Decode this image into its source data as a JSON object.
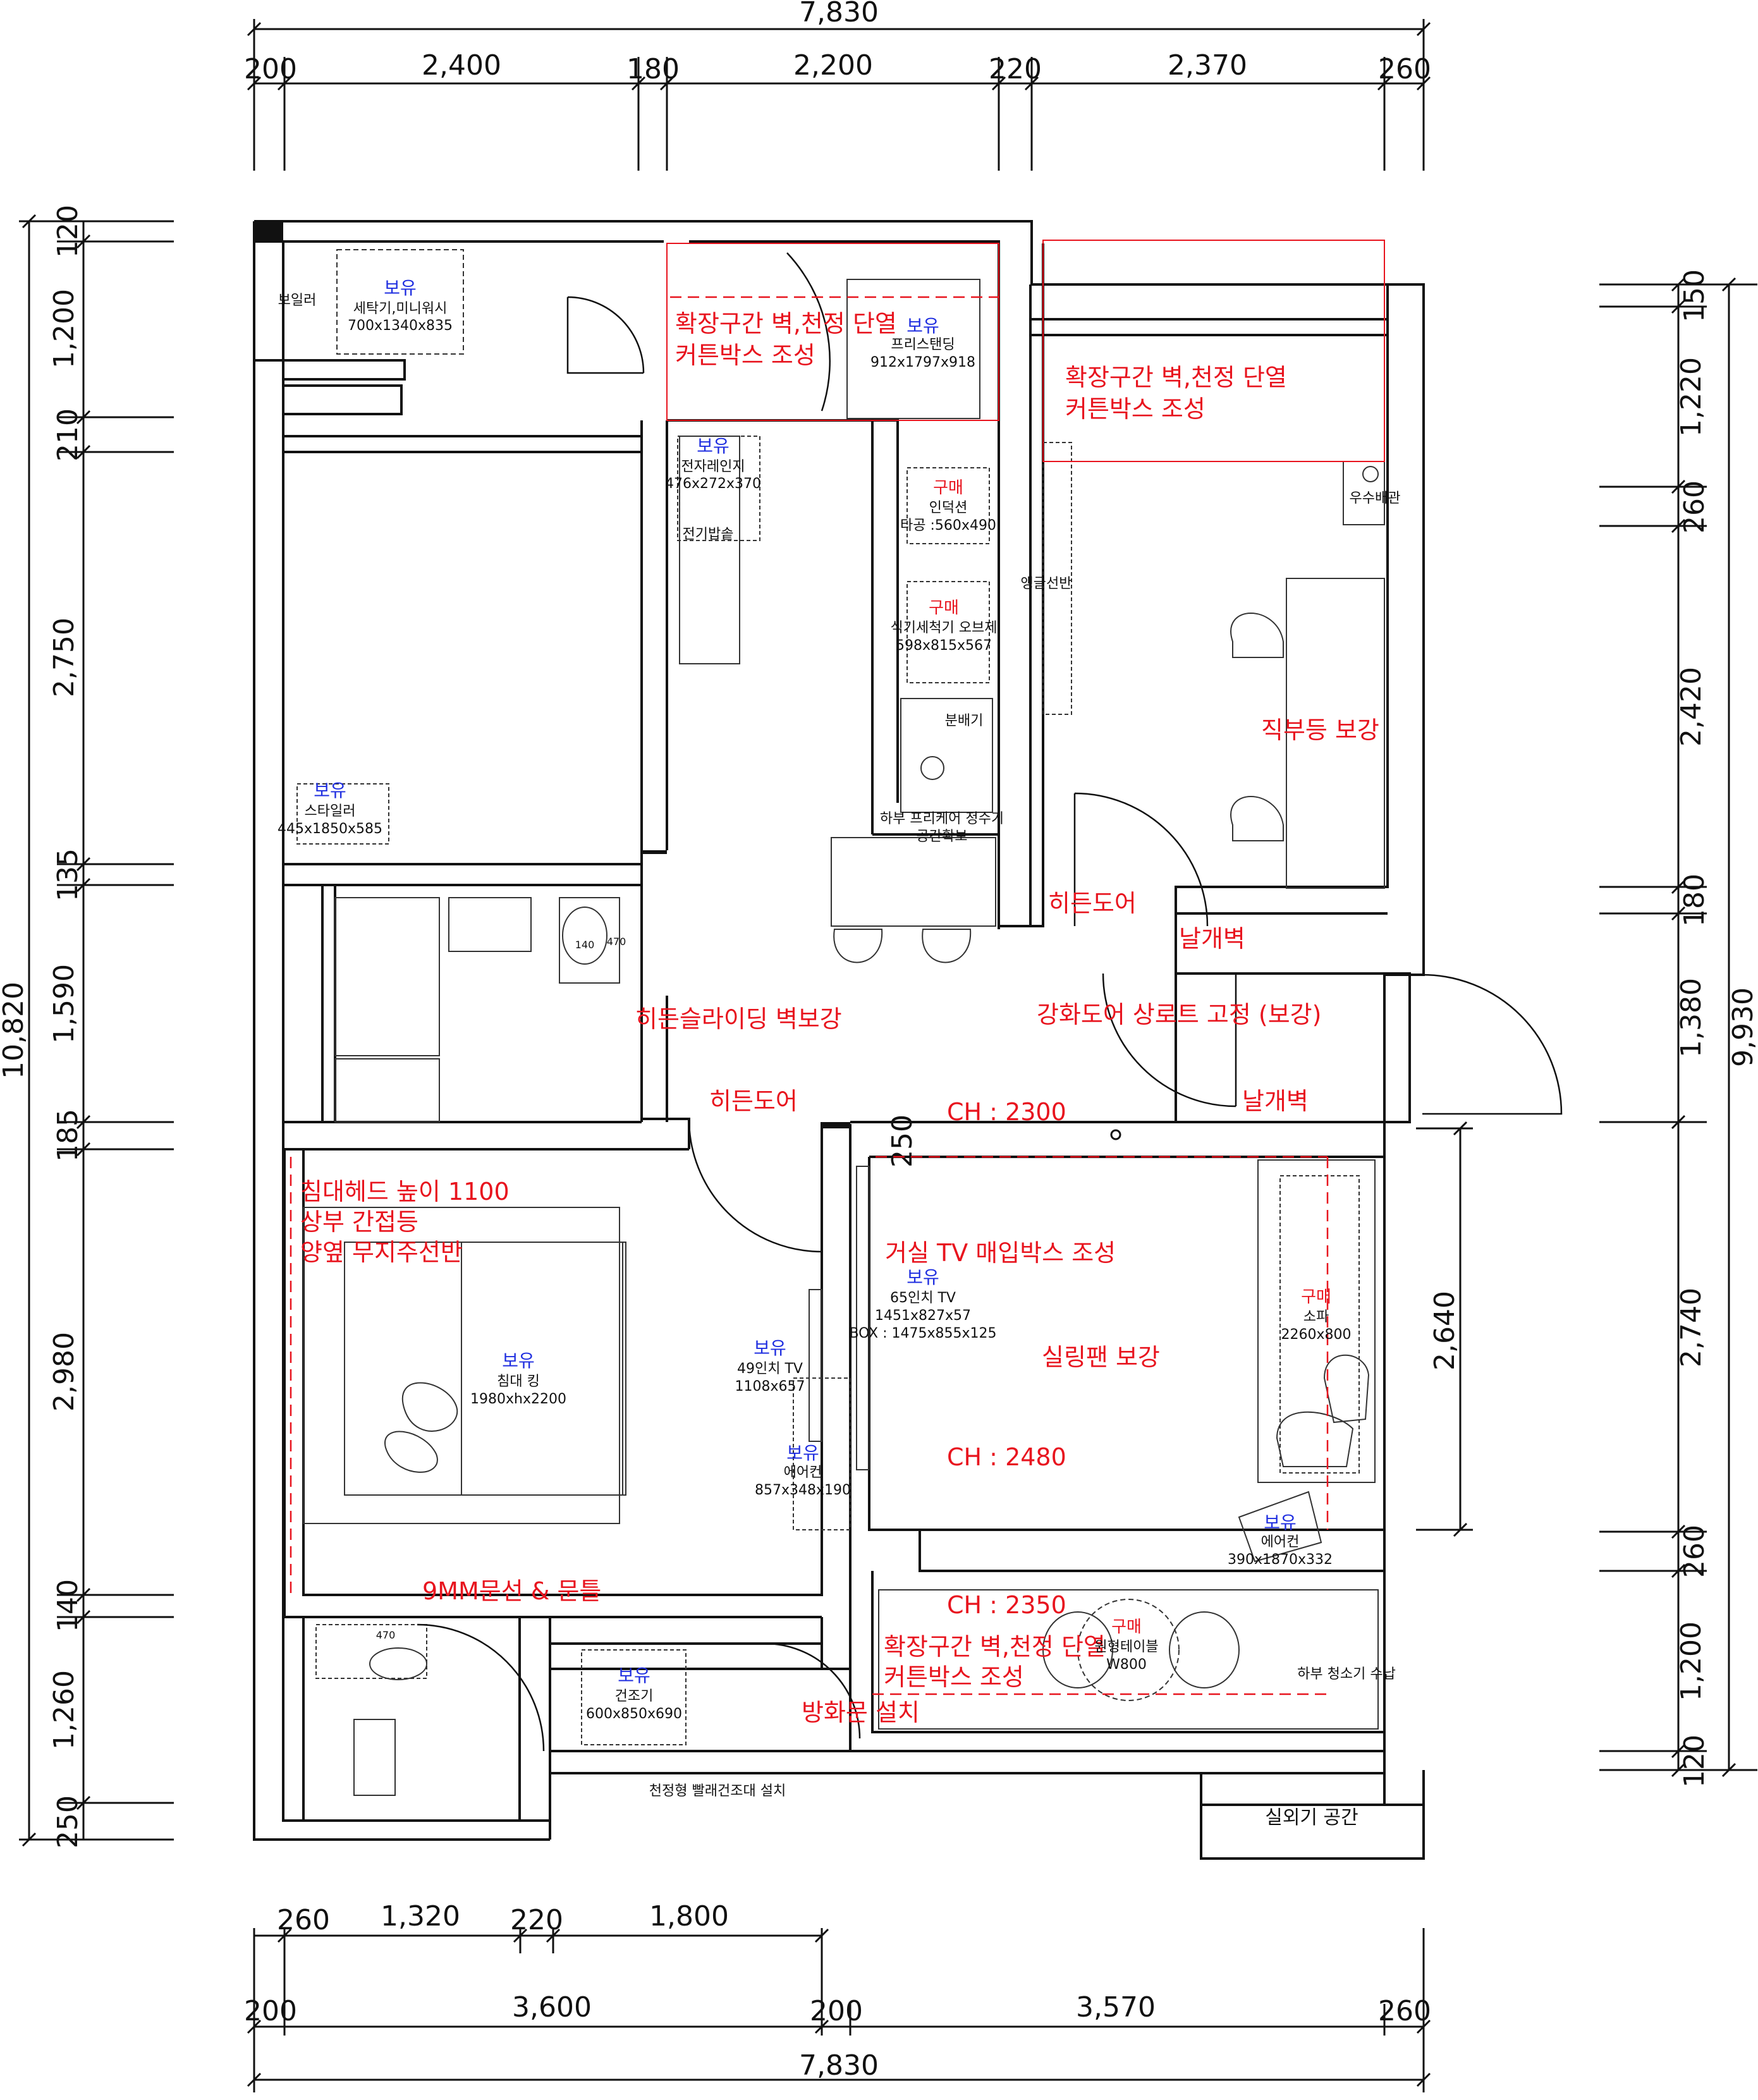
{
  "colors": {
    "wall": "#111111",
    "annotation": "#e8141e",
    "owned": "#1f2ee0"
  },
  "dimensions": {
    "top_total": "7,830",
    "top": [
      "200",
      "2,400",
      "180",
      "2,200",
      "220",
      "2,370",
      "260"
    ],
    "bottom_total": "7,830",
    "bottom_a": [
      "260",
      "1,320",
      "220",
      "1,800"
    ],
    "bottom_b": [
      "200",
      "3,600",
      "200",
      "3,570",
      "260"
    ],
    "left_total": "10,820",
    "left": [
      "120",
      "1,200",
      "210",
      "2,750",
      "135",
      "1,590",
      "185",
      "2,980",
      "140",
      "1,260",
      "250"
    ],
    "right_total": "9,930",
    "right": [
      "150",
      "1,220",
      "260",
      "2,420",
      "180",
      "1,380",
      "2,740",
      "260",
      "1,200",
      "120"
    ],
    "living_width": "2,640",
    "tv_wall": "250"
  },
  "notes": {
    "ext1_line1": "확장구간 벽,천정 단열",
    "ext1_line2": "커튼박스 조성",
    "ext2_line1": "확장구간 벽,천정 단열",
    "ext2_line2": "커튼박스 조성",
    "ext3_line1": "확장구간 벽,천정 단열",
    "ext3_line2": "커튼박스 조성",
    "lighting": "직부등 보강",
    "hidden_door1": "히든도어",
    "wing_wall1": "날개벽",
    "glass_door": "강화도어 상로트 고정 (보강)",
    "wing_wall2": "날개벽",
    "hidden_sliding": "히든슬라이딩 벽보강",
    "hidden_door2": "히든도어",
    "ch1": "CH : 2300",
    "bed_line1": "침대헤드 높이 1100",
    "bed_line2": "상부 간접등",
    "bed_line3": "양옆 무지주선반",
    "tv_box": "거실 TV 매입박스 조성",
    "ceiling_fan": "실링팬 보강",
    "ch2": "CH : 2480",
    "door_frame": "9MM문선 & 문틀",
    "ch3": "CH : 2350",
    "fire_door": "방화문 설치"
  },
  "items": {
    "boiler": "보일러",
    "washer_tag": "보유",
    "washer_name": "세탁기,미니워시",
    "washer_size": "700x1340x835",
    "fridge_tag": "보유",
    "fridge_name": "프리스탠딩",
    "fridge_size": "912x1797x918",
    "microwave_tag": "보유",
    "microwave_name": "전자레인지",
    "microwave_size": "476x272x370",
    "rice_cooker": "전기밥솥",
    "induction_tag": "구매",
    "induction_name": "인덕션",
    "induction_size": "타공 :560x490",
    "dishwasher_tag": "구매",
    "dishwasher_name": "식기세척기 오브제",
    "dishwasher_size": "598x815x567",
    "angle_shelf": "앵글선반",
    "sink": "분배기",
    "purifier_line1": "하부 프리케어 정수기",
    "purifier_line2": "공간확보",
    "styler_tag": "보유",
    "styler_name": "스타일러",
    "styler_size": "445x1850x585",
    "drain_pipe": "우수배관",
    "tv65_tag": "보유",
    "tv65_name": "65인치 TV",
    "tv65_size": "1451x827x57",
    "tv65_box": "BOX : 1475x855x125",
    "sofa_tag": "구매",
    "sofa_name": "소파",
    "sofa_size": "2260x800",
    "bed_tag": "보유",
    "bed_name": "침대 킹",
    "bed_size": "1980xhx2200",
    "tv49_tag": "보유",
    "tv49_name": "49인치 TV",
    "tv49_size": "1108x657",
    "ac1_tag": "보유",
    "ac1_name": "에어컨",
    "ac1_size": "857x348x190",
    "ac2_tag": "보유",
    "ac2_name": "에어컨",
    "ac2_size": "390x1870x332",
    "dryer_tag": "보유",
    "dryer_name": "건조기",
    "dryer_size": "600x850x690",
    "table_tag": "구매",
    "table_name": "원형테이블",
    "table_size": "W800",
    "vacuum": "하부 청소기 수납",
    "laundry_rack": "천정형 빨래건조대 설치",
    "outdoor_unit": "실외기 공간",
    "toilet1": "470",
    "toilet2": "470",
    "basin": "140"
  }
}
